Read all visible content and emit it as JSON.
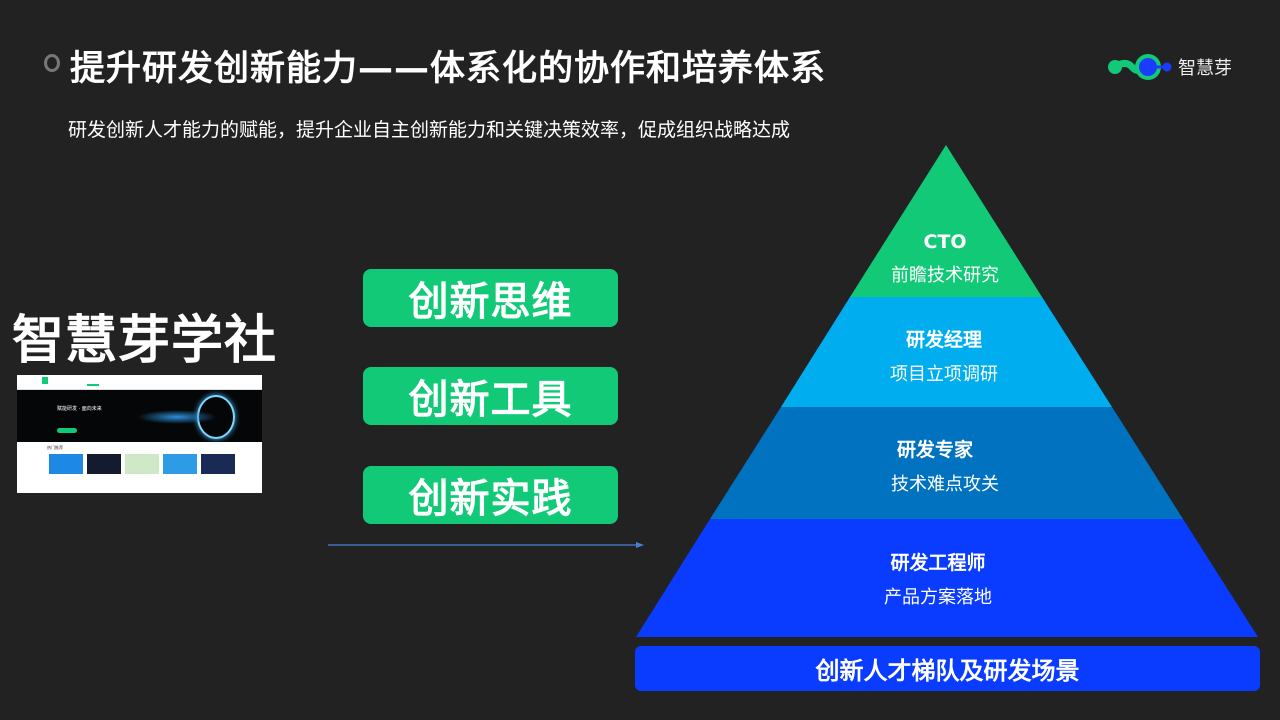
{
  "header": {
    "title": "提升研发创新能力——体系化的协作和培养体系",
    "subtitle": "研发创新人才能力的赋能，提升企业自主创新能力和关键决策效率，促成组织战略达成",
    "logo_text": "智慧芽"
  },
  "left": {
    "brand": "智慧芽学社",
    "thumbnail": {
      "banner_text": "赋能研发 · 面向未来",
      "section_title": "热门推荐"
    }
  },
  "pillars": [
    "创新思维",
    "创新工具",
    "创新实践"
  ],
  "pyramid": {
    "levels": [
      {
        "title": "CTO",
        "desc": "前瞻技术研究",
        "color": "#12c978"
      },
      {
        "title": "研发经理",
        "desc": "项目立项调研",
        "color": "#00aeef"
      },
      {
        "title": "研发专家",
        "desc": "技术难点攻关",
        "color": "#0072c0"
      },
      {
        "title": "研发工程师",
        "desc": "产品方案落地",
        "color": "#0a3cff"
      }
    ],
    "footer": "创新人才梯队及研发场景"
  }
}
